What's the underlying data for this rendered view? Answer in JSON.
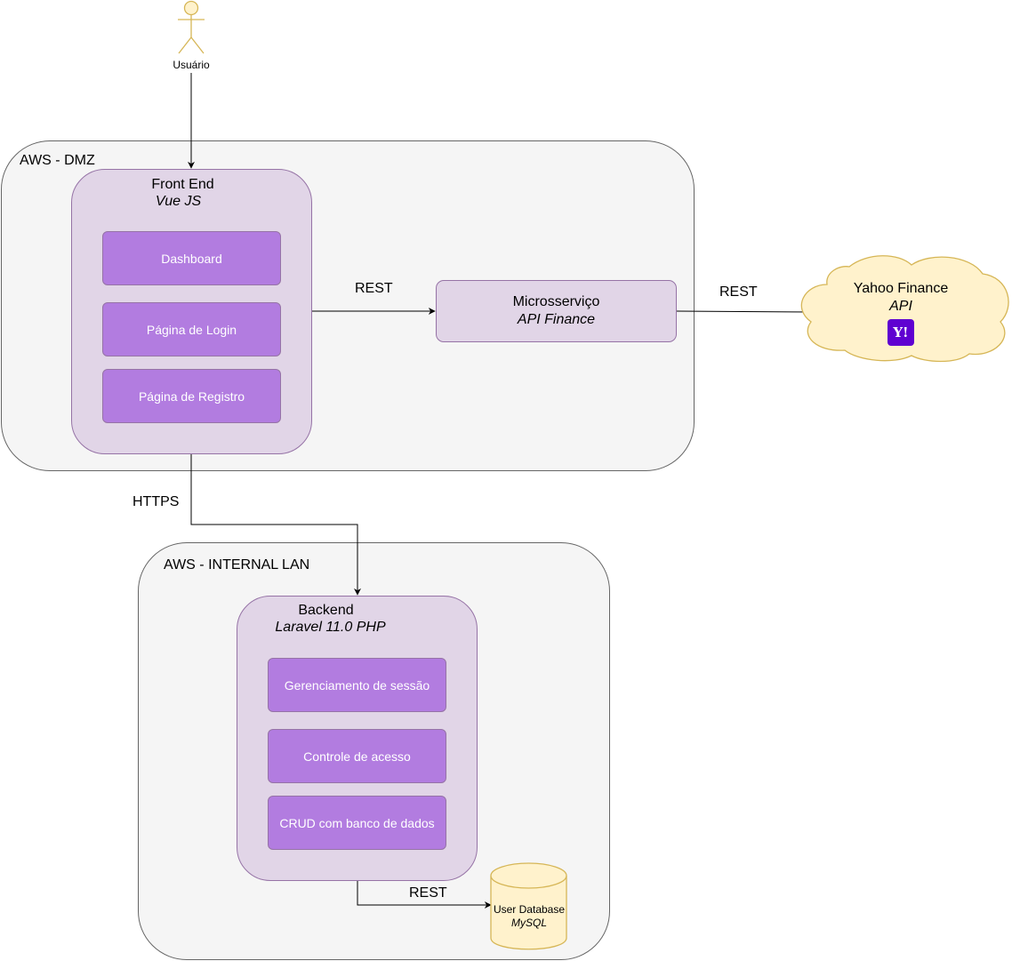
{
  "user": {
    "label": "Usuário"
  },
  "zones": {
    "dmz": {
      "label": "AWS - DMZ"
    },
    "internal": {
      "label": "AWS - INTERNAL LAN"
    }
  },
  "frontend": {
    "title": "Front End",
    "subtitle": "Vue JS",
    "modules": [
      "Dashboard",
      "Página de Login",
      "Página de Registro"
    ]
  },
  "microservice": {
    "title": "Microsserviço",
    "subtitle": "API Finance"
  },
  "yahoo": {
    "title": "Yahoo Finance",
    "subtitle": "API",
    "logo": "Y!"
  },
  "backend": {
    "title": "Backend",
    "subtitle": "Laravel 11.0 PHP",
    "modules": [
      "Gerenciamento de sessão",
      "Controle de acesso",
      "CRUD com banco de dados"
    ]
  },
  "database": {
    "title": "User Database",
    "subtitle": "MySQL"
  },
  "edges": {
    "frontend_to_micro": "REST",
    "micro_to_yahoo": "REST",
    "frontend_to_backend": "HTTPS",
    "backend_to_db": "REST"
  },
  "colors": {
    "zone_fill": "#f5f5f5",
    "container_fill": "#e1d5e7",
    "module_fill": "#b27ce0",
    "cloud_fill": "#fff2cc",
    "cloud_stroke": "#d6b656",
    "yahoo_purple": "#5f01d1"
  }
}
